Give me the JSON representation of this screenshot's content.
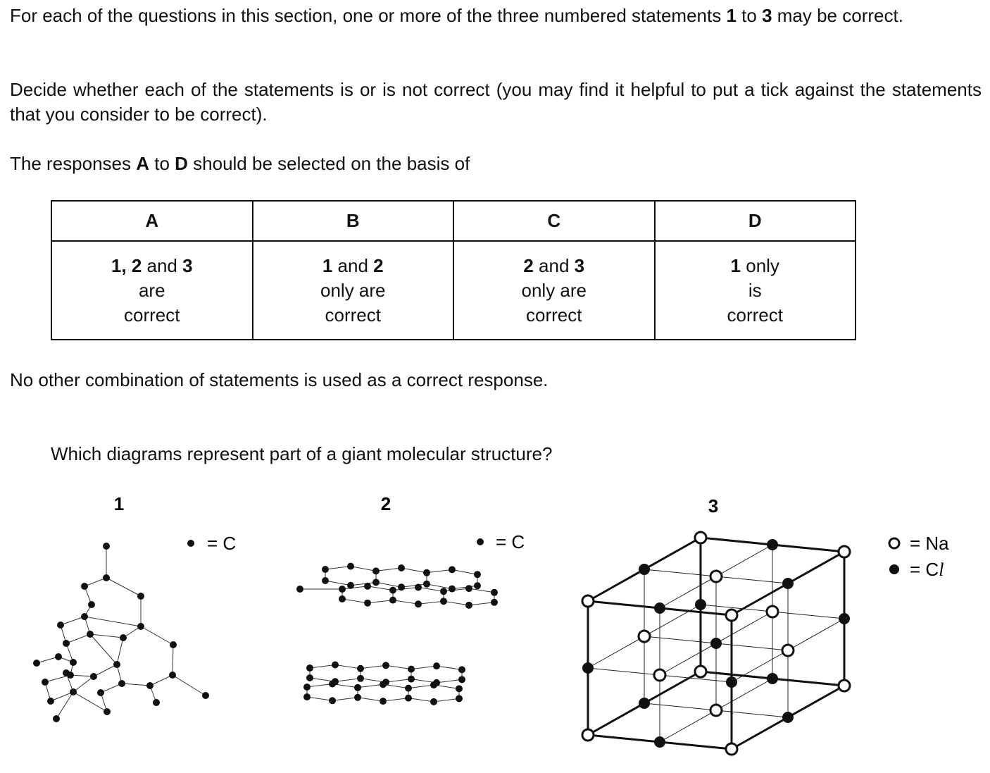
{
  "intro": {
    "p1": {
      "t1": "For each of the questions in this section, one or more of the three numbered statements ",
      "b1": "1",
      "t2": " to ",
      "b2": "3",
      "t3": " may be correct."
    },
    "p2": "Decide whether each of the statements is or is not correct (you may find it helpful to put a tick against the statements that you consider to be correct).",
    "p3": {
      "t1": "The responses ",
      "b1": "A",
      "t2": " to ",
      "b2": "D",
      "t3": " should be selected on the basis of"
    },
    "p4": "No other combination of statements is used as a correct response."
  },
  "key_table": {
    "headers": [
      "A",
      "B",
      "C",
      "D"
    ],
    "cells": [
      {
        "b1": "1, 2",
        "t1": " and ",
        "b2": "3",
        "line2": "are",
        "line3": "correct"
      },
      {
        "b1": "1",
        "t1": " and ",
        "b2": "2",
        "line2": "only are",
        "line3": "correct"
      },
      {
        "b1": "2",
        "t1": " and ",
        "b2": "3",
        "line2": "only are",
        "line3": "correct"
      },
      {
        "b1": "1",
        "t1": " only",
        "b2": "",
        "line2": "is",
        "line3": "correct"
      }
    ]
  },
  "question": "Which diagrams represent part of a giant molecular structure?",
  "diagrams": [
    {
      "label": "1",
      "legend": "= C"
    },
    {
      "label": "2",
      "legend": "= C"
    },
    {
      "label": "3",
      "legend_na": "= Na",
      "legend_cl_prefix": "= C",
      "legend_cl_suffix": "l"
    }
  ]
}
